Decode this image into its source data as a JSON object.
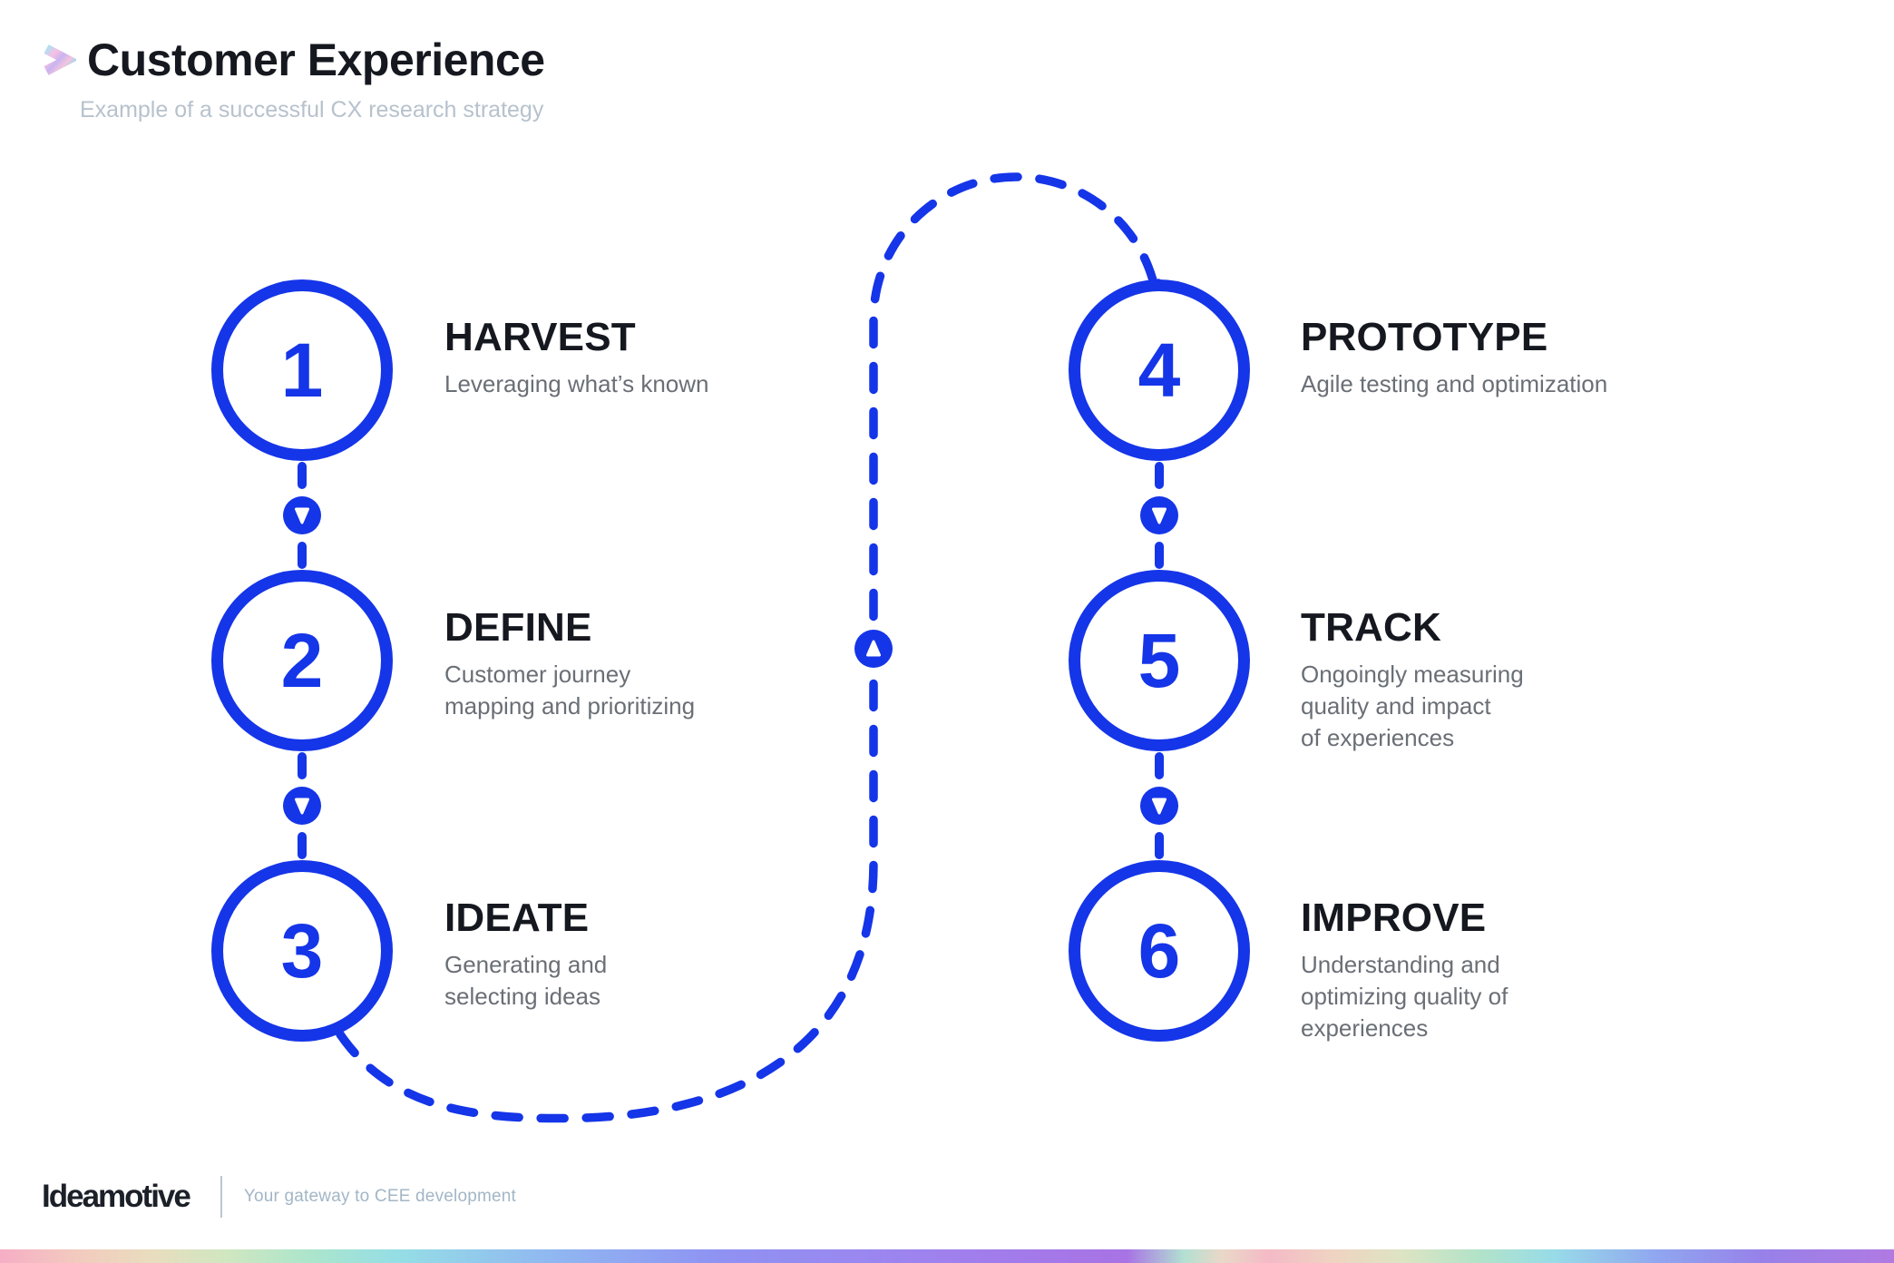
{
  "header": {
    "title": "Customer Experience",
    "subtitle": "Example of a successful CX research strategy"
  },
  "steps": [
    {
      "number": "1",
      "title": "HARVEST",
      "desc": [
        "Leveraging what’s known"
      ]
    },
    {
      "number": "2",
      "title": "DEFINE",
      "desc": [
        "Customer journey",
        "mapping and prioritizing"
      ]
    },
    {
      "number": "3",
      "title": "IDEATE",
      "desc": [
        "Generating and",
        "selecting ideas"
      ]
    },
    {
      "number": "4",
      "title": "PROTOTYPE",
      "desc": [
        "Agile testing and optimization"
      ]
    },
    {
      "number": "5",
      "title": "TRACK",
      "desc": [
        "Ongoingly measuring",
        "quality and impact",
        "of experiences"
      ]
    },
    {
      "number": "6",
      "title": "IMPROVE",
      "desc": [
        "Understanding and",
        "optimizing quality of",
        "experiences"
      ]
    }
  ],
  "footer": {
    "logo": "Ideamotive",
    "tagline": "Your gateway to CEE development"
  },
  "icons": {
    "logo_chevron": "holographic-chevron-right-icon",
    "step_connector_down": "arrow-down-dot-icon",
    "path_connector_up": "arrow-up-dot-icon"
  },
  "colors": {
    "accent_blue": "#1535e8",
    "title_dark": "#15181f",
    "body_gray": "#6a6f76",
    "header_subtitle_gray": "#b7c2cd",
    "footer_gray": "#a3b6c6",
    "rainbow_bar": [
      "#f6aec6",
      "#cfe7c0",
      "#95dee6",
      "#8f92f2",
      "#a577e8",
      "#f4bac6",
      "#b3e3c8",
      "#98dce8",
      "#9781e9",
      "#b07ae2"
    ]
  }
}
